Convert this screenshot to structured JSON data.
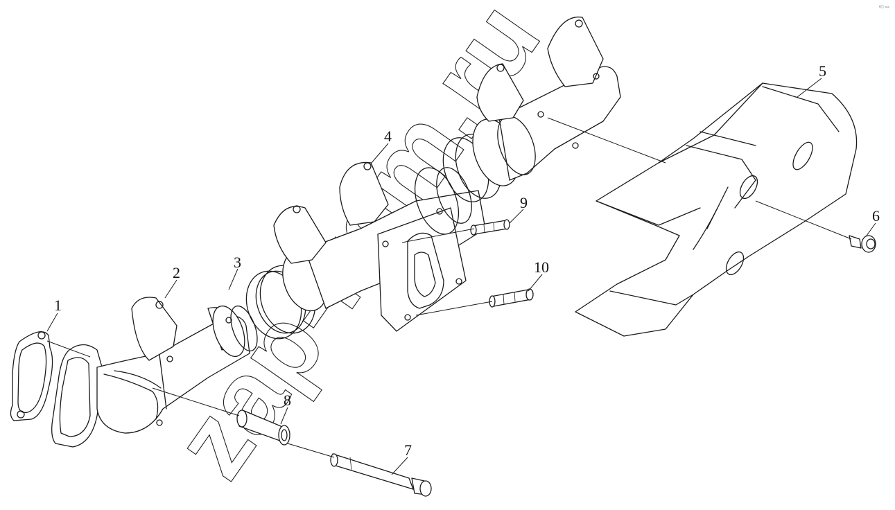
{
  "watermark": "zap-kam.ru",
  "corner_mark": "ᵒ᪲ ▫▫▫",
  "callouts": [
    {
      "id": "1",
      "label": "1"
    },
    {
      "id": "2",
      "label": "2"
    },
    {
      "id": "3",
      "label": "3"
    },
    {
      "id": "4",
      "label": "4"
    },
    {
      "id": "5",
      "label": "5"
    },
    {
      "id": "6",
      "label": "6"
    },
    {
      "id": "7",
      "label": "7"
    },
    {
      "id": "8",
      "label": "8"
    },
    {
      "id": "9",
      "label": "9"
    },
    {
      "id": "10",
      "label": "10"
    }
  ]
}
